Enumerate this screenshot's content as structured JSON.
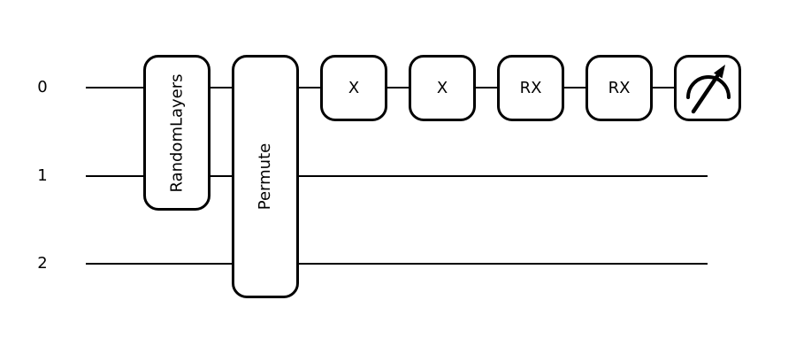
{
  "diagram": {
    "type": "quantum-circuit",
    "colors": {
      "background": "#ffffff",
      "stroke": "#000000"
    },
    "wire_labels": [
      "0",
      "1",
      "2"
    ],
    "gates": {
      "random_layers": {
        "label": "RandomLayers",
        "wires": "0-1"
      },
      "permute": {
        "label": "Permute",
        "wires": "0-2"
      },
      "x1": {
        "label": "X",
        "wire": "0"
      },
      "x2": {
        "label": "X",
        "wire": "0"
      },
      "rx1": {
        "label": "RX",
        "wire": "0"
      },
      "rx2": {
        "label": "RX",
        "wire": "0"
      },
      "measurement": {
        "wire": "0",
        "icon": "measurement-meter"
      }
    }
  }
}
